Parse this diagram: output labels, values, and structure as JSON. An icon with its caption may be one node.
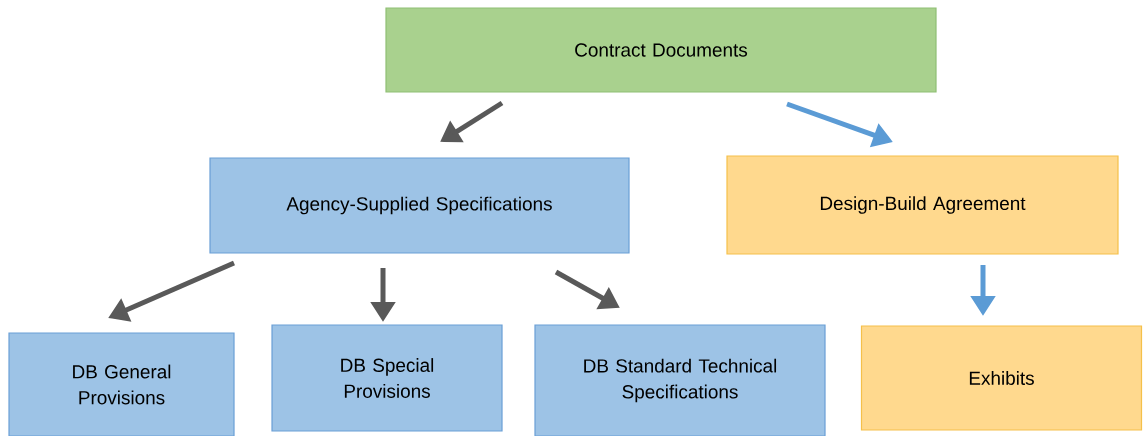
{
  "diagram": {
    "nodes": [
      {
        "text": [
          "Contract Documents"
        ]
      },
      {
        "text": [
          "Agency-Supplied Specifications"
        ]
      },
      {
        "text": [
          "Design-Build Agreement"
        ]
      },
      {
        "text": [
          "DB General Provisions"
        ]
      },
      {
        "text": [
          "DB Special Provisions"
        ]
      },
      {
        "text": [
          "DB Standard Technical Specifications"
        ]
      },
      {
        "text": [
          "Exhibits"
        ]
      }
    ],
    "edges": [
      {
        "from": 0,
        "to": 1,
        "arrow": "to"
      },
      {
        "from": 0,
        "to": 2,
        "arrow": "to",
        "color": "#5b9bd5"
      },
      {
        "from": 1,
        "to": 3,
        "arrow": "to"
      },
      {
        "from": 1,
        "to": 4,
        "arrow": "to"
      },
      {
        "from": 1,
        "to": 5,
        "arrow": "to"
      },
      {
        "from": 2,
        "to": 6,
        "arrow": "to",
        "color": "#5b9bd5"
      }
    ]
  }
}
